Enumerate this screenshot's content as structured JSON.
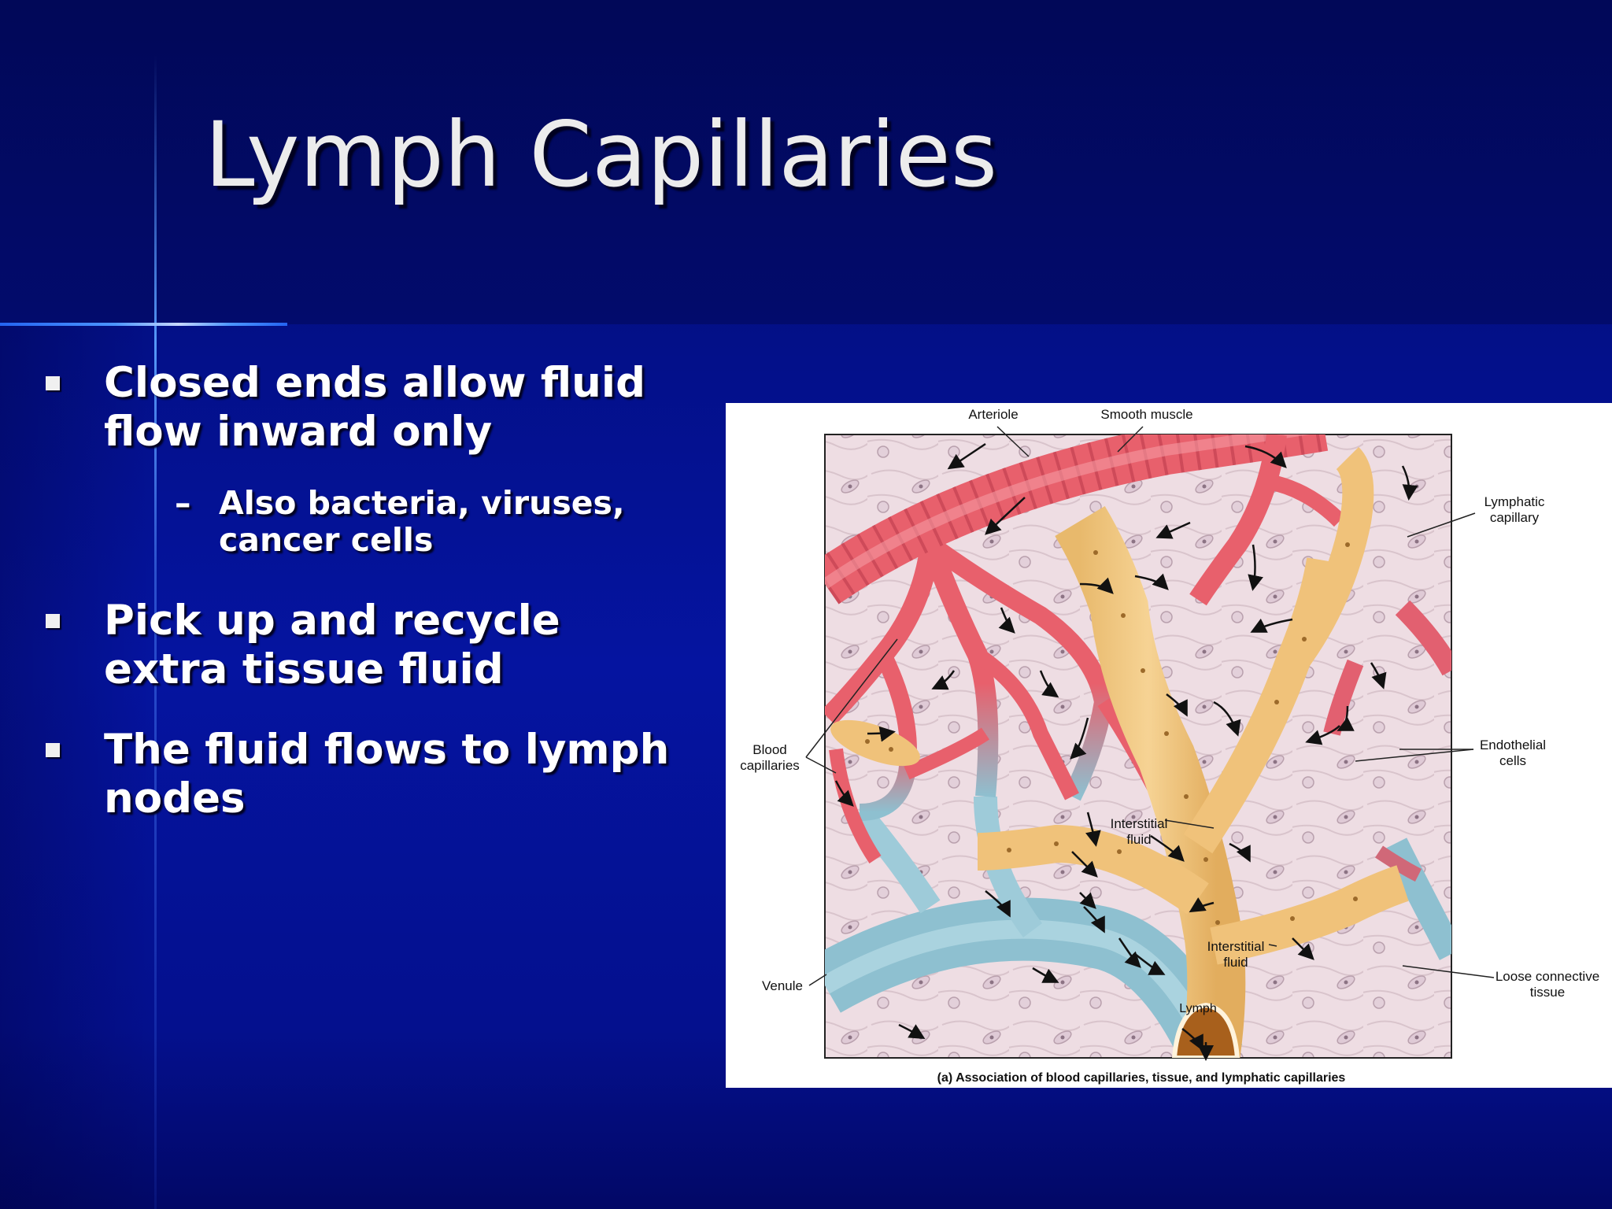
{
  "slide": {
    "title": "Lymph Capillaries",
    "bullets": [
      {
        "text": "Closed ends allow fluid flow inward only",
        "sub": [
          "Also bacteria, viruses, cancer cells"
        ]
      },
      {
        "text": "Pick up and recycle extra tissue fluid"
      },
      {
        "text": "The fluid flows to lymph nodes"
      }
    ]
  },
  "figure": {
    "labels": {
      "arteriole": "Arteriole",
      "smooth_muscle": "Smooth muscle",
      "lymphatic_capillary": [
        "Lymphatic",
        "capillary"
      ],
      "blood_capillaries": [
        "Blood",
        "capillaries"
      ],
      "endothelial_cells": [
        "Endothelial",
        "cells"
      ],
      "interstitial_fluid_1": [
        "Interstitial",
        "fluid"
      ],
      "interstitial_fluid_2": [
        "Interstitial",
        "fluid"
      ],
      "venule": "Venule",
      "loose_connective_tissue": [
        "Loose connective",
        "tissue"
      ],
      "lymph": "Lymph"
    },
    "caption": "(a) Association of blood capillaries, tissue, and lymphatic capillaries"
  },
  "colors": {
    "background": "#0514a0",
    "title_text": "#ececec",
    "body_text": "#ffffff",
    "arteriole_red": "#e8606c",
    "venule_blue": "#8ec0d0",
    "lymphatic_yellow": "#f0c27a",
    "tissue_pink": "#eedde3"
  }
}
